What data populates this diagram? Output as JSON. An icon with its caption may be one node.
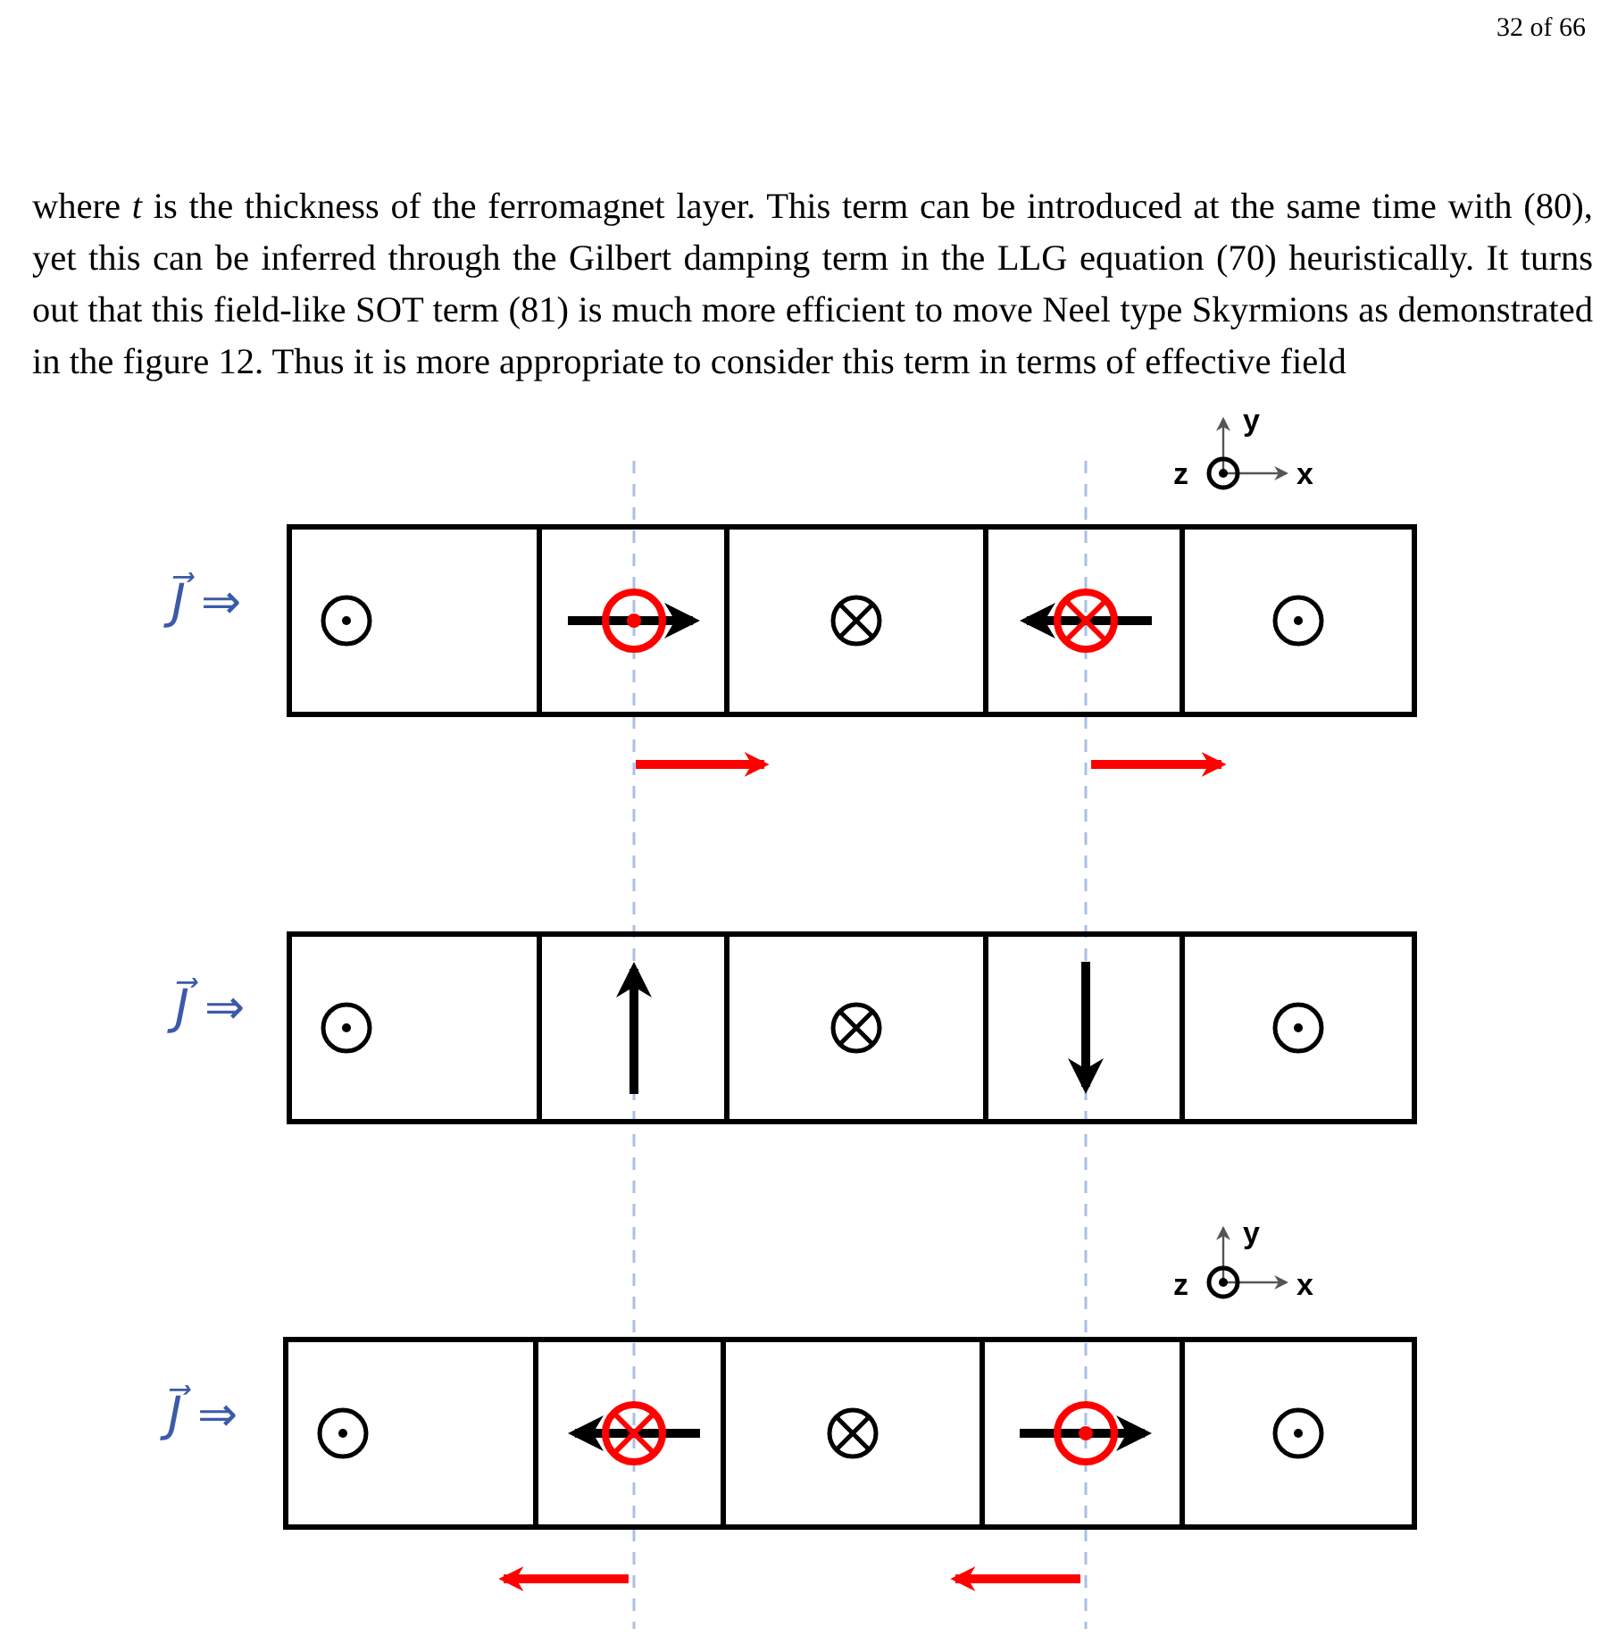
{
  "diagram": {
    "labels": [
      "32 of 66",
      "where *t* is the thickness of the ferromagnet layer. This term can be introduced at the same time with (80), yet this can be inferred through the Gilbert damping term in the LLG equation (70) heuristically. It turns out that this field-like SOT term (81) is much more efficient to move Neel type Skyrmions as demonstrated in the figure 12. Thus it is more appropriate to consider this term in terms of effective field",
      "y",
      "z",
      "x",
      "J⃗ ⇒",
      "J⃗ ⇒",
      "y",
      "z",
      "x",
      "J⃗ ⇒"
    ]
  }
}
